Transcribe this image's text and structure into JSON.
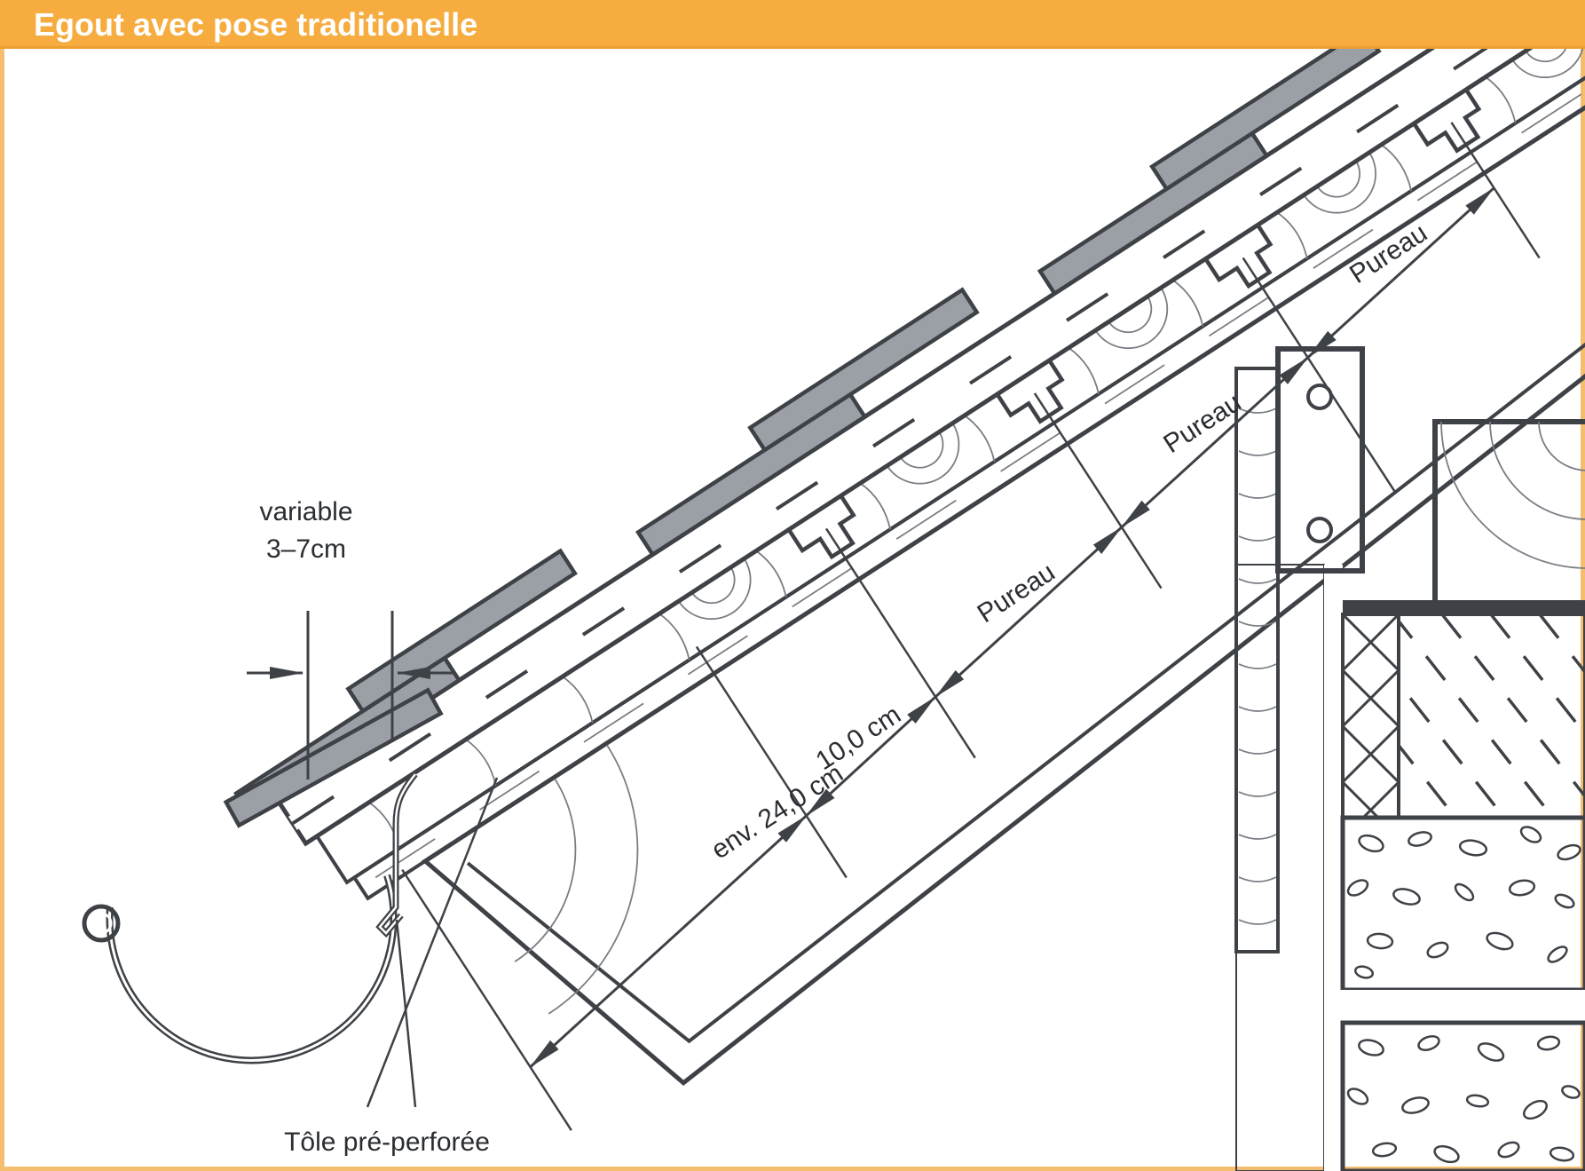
{
  "header": {
    "title": "Egout avec pose traditionelle"
  },
  "diagram": {
    "labels": {
      "variable_line1": "variable",
      "variable_line2": "3–7cm",
      "tole": "Tôle pré-perforée",
      "pureau": "Pureau",
      "dim_10": "10,0 cm",
      "dim_24": "env. 24,0 cm"
    },
    "colors": {
      "header_bg": "#F6AC3E",
      "header_underline": "#EDA02F",
      "frame_border": "#F5BE6F",
      "line_dark": "#3E4247",
      "slate_gray": "#9BA0A6",
      "wood_light": "#E7E9EB",
      "panel_gray": "#E2E4E6",
      "concrete_gray": "#C0C6C5",
      "text_dark": "#2A2D31",
      "title_text": "#FFFFFF"
    }
  }
}
